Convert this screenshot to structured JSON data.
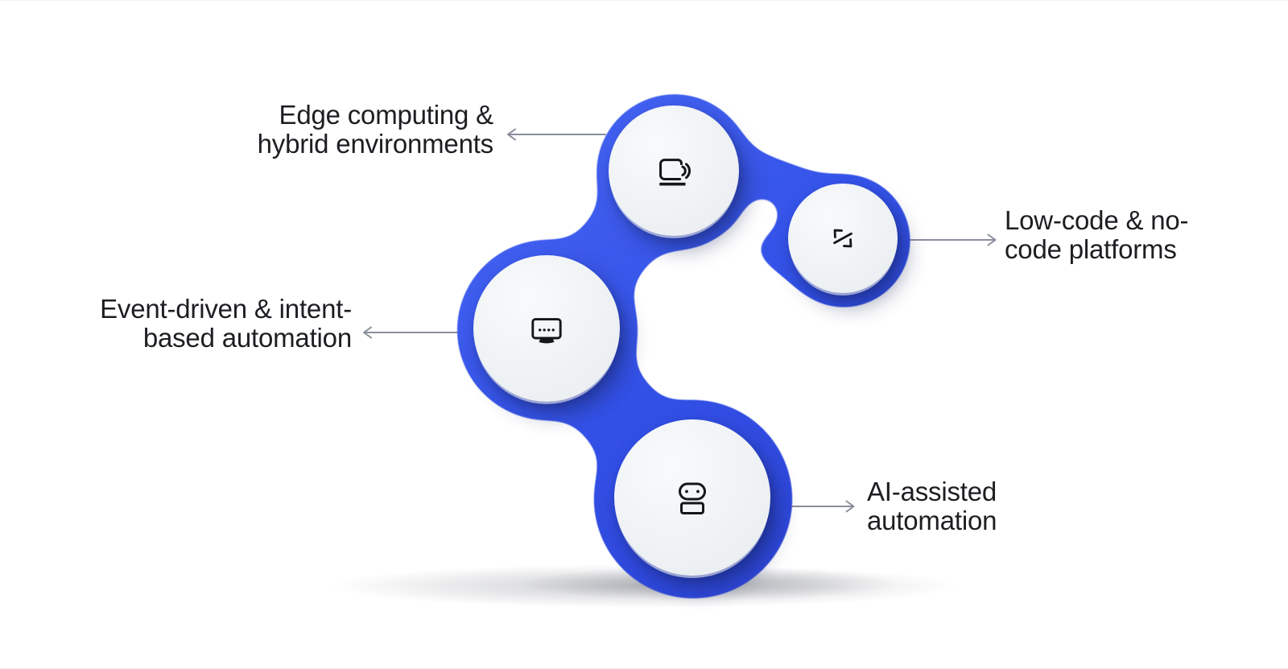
{
  "diagram": {
    "type": "blob-network-infographic",
    "background_color": "#ffffff",
    "accent_color": "#3452e8",
    "accent_gradient": [
      "#4b69f4",
      "#2b43d6"
    ],
    "node_fill_color": "#f0f2f4",
    "icon_color": "#15161a",
    "label_color": "#1d1e22",
    "arrow_color": "#8a8e9b",
    "nodes": [
      {
        "id": "edge-computing",
        "icon": "laptop-signal-icon",
        "label_line1": "Edge computing &",
        "label_line2": "hybrid environments",
        "label_side": "left"
      },
      {
        "id": "low-code",
        "icon": "code-icon",
        "label_line1": "Low-code & no-",
        "label_line2": "code platforms",
        "label_side": "right"
      },
      {
        "id": "event-driven",
        "icon": "console-dots-icon",
        "label_line1": "Event-driven & intent-",
        "label_line2": "based automation",
        "label_side": "left"
      },
      {
        "id": "ai-assisted",
        "icon": "robot-icon",
        "label_line1": "AI-assisted",
        "label_line2": "automation",
        "label_side": "right"
      }
    ],
    "connections": [
      [
        "edge-computing",
        "low-code"
      ],
      [
        "edge-computing",
        "event-driven"
      ],
      [
        "event-driven",
        "ai-assisted"
      ]
    ]
  }
}
